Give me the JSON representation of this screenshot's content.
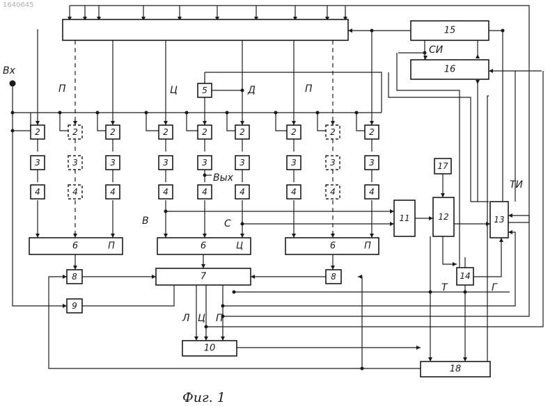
{
  "doc_id": "1640645",
  "figure_caption": "Фиг. 1",
  "labels": {
    "input": "Вх",
    "output": "Вых",
    "group_left": "П",
    "group_center": "Ц",
    "group_right": "П",
    "d": "Д",
    "v": "В",
    "c": "С",
    "ti": "ТИ",
    "si": "СИ",
    "t": "Т",
    "g": "Г",
    "bus_l": "Л",
    "bus_c": "Ц",
    "bus_p": "П"
  },
  "blocks": {
    "b2": "2",
    "b3": "3",
    "b4": "4",
    "b5": "5",
    "b6": "6",
    "b6_left_tag": "П",
    "b6_center_tag": "Ц",
    "b6_right_tag": "П",
    "b7": "7",
    "b8": "8",
    "b9": "9",
    "b10": "10",
    "b11": "11",
    "b12": "12",
    "b13": "13",
    "b14": "14",
    "b15": "15",
    "b16": "16",
    "b17": "17",
    "b18": "18"
  }
}
